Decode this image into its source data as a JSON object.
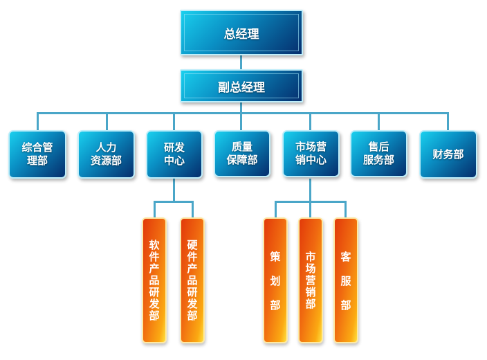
{
  "ceo": "总经理",
  "deputy": "副总经理",
  "departments": [
    "综合管\n理部",
    "人力\n资源部",
    "研发\n中心",
    "质量\n保障部",
    "市场营\n销中心",
    "售后\n服务部",
    "财务部"
  ],
  "rd_subs": [
    "软件产品研发部",
    "硬件产品研发部"
  ],
  "marketing_subs": [
    "策划部",
    "市场营销部",
    "客服部"
  ],
  "colors": {
    "blue": "#0a8fc4",
    "orange": "#f06a10",
    "connector": "#4aa6c8"
  }
}
